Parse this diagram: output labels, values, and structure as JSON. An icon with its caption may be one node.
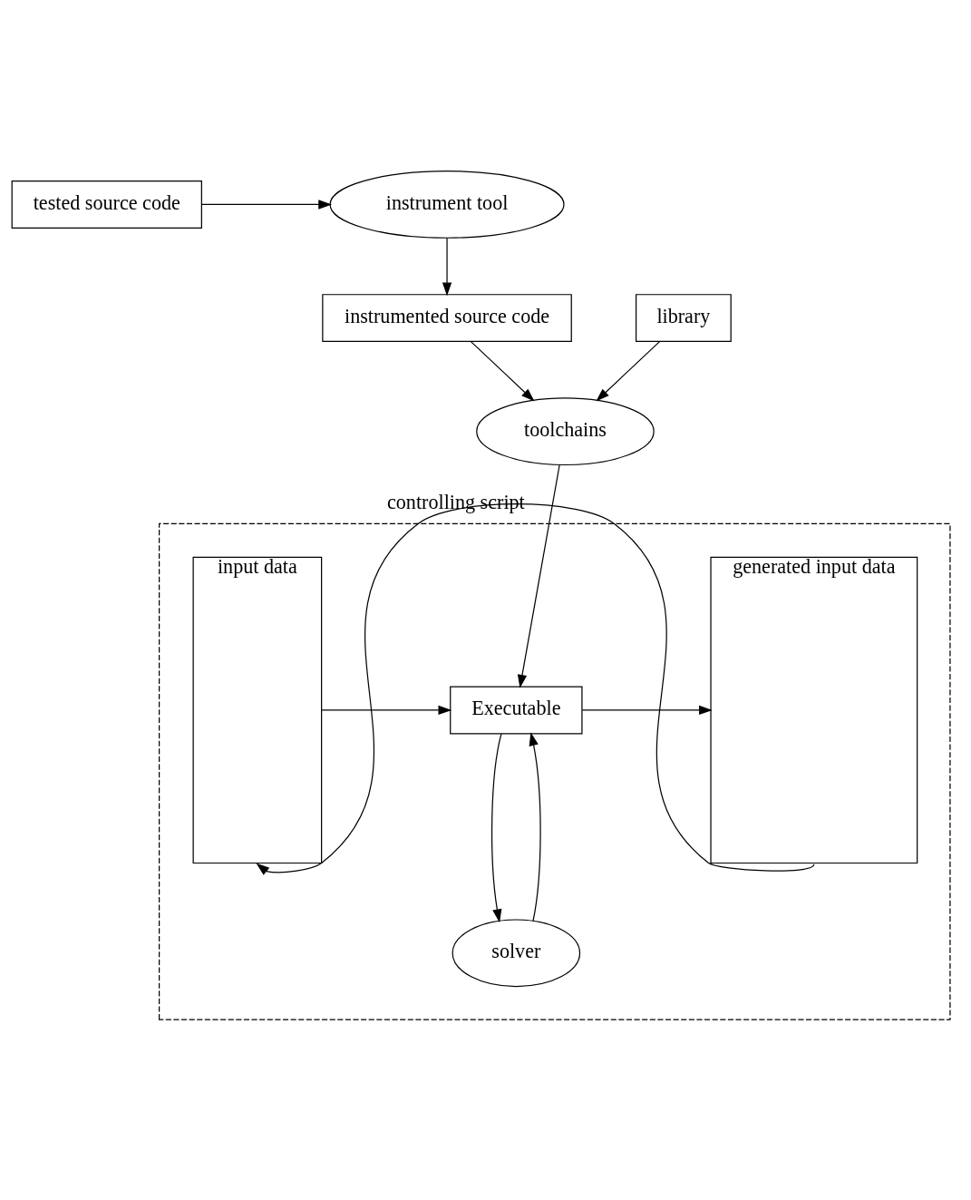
{
  "diagram": {
    "nodes": [
      {
        "text": [
          "tested source code"
        ]
      },
      {
        "text": [
          "instrument tool"
        ]
      },
      {
        "text": [
          "instrumented source code"
        ]
      },
      {
        "text": [
          "library"
        ]
      },
      {
        "text": [
          "toolchains"
        ]
      },
      {
        "text": [],
        "shape": "box"
      },
      {
        "text": [
          "input data"
        ],
        "in": 5
      },
      {
        "text": [
          "Executable"
        ],
        "in": 5
      },
      {
        "text": [
          "generated input data"
        ],
        "in": 5
      },
      {
        "text": [
          "solver"
        ],
        "in": 5
      }
    ],
    "edges": [
      {
        "from": 0,
        "to": 1,
        "arrow": "to"
      },
      {
        "from": 1,
        "to": 2,
        "arrow": "to"
      },
      {
        "from": 2,
        "to": 4,
        "arrow": "to"
      },
      {
        "from": 3,
        "to": 4,
        "arrow": "to"
      },
      {
        "from": 4,
        "to": 7,
        "arrow": "to"
      },
      {
        "from": 6,
        "to": 7,
        "arrow": "to"
      },
      {
        "from": 7,
        "to": 8,
        "arrow": "to"
      },
      {
        "from": 7,
        "to": 9,
        "arrow": "to"
      },
      {
        "from": 9,
        "to": 7,
        "arrow": "to"
      },
      {
        "from": 8,
        "to": 6,
        "label": "controlling script",
        "arrow": "to"
      }
    ]
  }
}
